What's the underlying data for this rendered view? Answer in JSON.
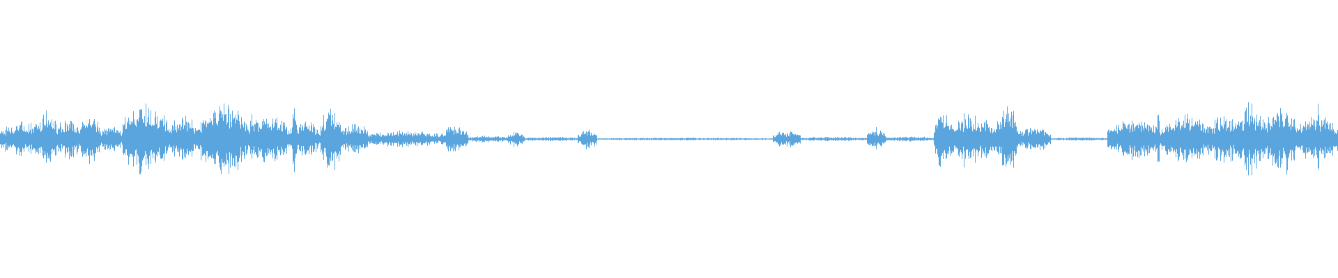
{
  "waveform": {
    "color": "#5aa5de",
    "background": "#ffffff",
    "segments": [
      {
        "start": 0.0,
        "end": 0.035,
        "level": 0.4
      },
      {
        "start": 0.028,
        "end": 0.042,
        "level": 0.7
      },
      {
        "start": 0.042,
        "end": 0.06,
        "level": 0.45
      },
      {
        "start": 0.06,
        "end": 0.074,
        "level": 0.6
      },
      {
        "start": 0.074,
        "end": 0.092,
        "level": 0.3
      },
      {
        "start": 0.092,
        "end": 0.125,
        "level": 0.8
      },
      {
        "start": 0.125,
        "end": 0.15,
        "level": 0.5
      },
      {
        "start": 0.15,
        "end": 0.185,
        "level": 0.85
      },
      {
        "start": 0.185,
        "end": 0.215,
        "level": 0.6
      },
      {
        "start": 0.215,
        "end": 0.24,
        "level": 0.4
      },
      {
        "start": 0.24,
        "end": 0.255,
        "level": 0.7
      },
      {
        "start": 0.255,
        "end": 0.275,
        "level": 0.35
      },
      {
        "start": 0.275,
        "end": 0.33,
        "level": 0.2
      },
      {
        "start": 0.33,
        "end": 0.35,
        "level": 0.3
      },
      {
        "start": 0.35,
        "end": 0.38,
        "level": 0.08
      },
      {
        "start": 0.38,
        "end": 0.392,
        "level": 0.18
      },
      {
        "start": 0.392,
        "end": 0.432,
        "level": 0.05
      },
      {
        "start": 0.432,
        "end": 0.446,
        "level": 0.22
      },
      {
        "start": 0.446,
        "end": 0.578,
        "level": 0.03
      },
      {
        "start": 0.578,
        "end": 0.598,
        "level": 0.18
      },
      {
        "start": 0.598,
        "end": 0.648,
        "level": 0.05
      },
      {
        "start": 0.648,
        "end": 0.662,
        "level": 0.22
      },
      {
        "start": 0.662,
        "end": 0.698,
        "level": 0.06
      },
      {
        "start": 0.698,
        "end": 0.712,
        "level": 0.65
      },
      {
        "start": 0.712,
        "end": 0.745,
        "level": 0.55
      },
      {
        "start": 0.745,
        "end": 0.76,
        "level": 0.7
      },
      {
        "start": 0.76,
        "end": 0.785,
        "level": 0.3
      },
      {
        "start": 0.785,
        "end": 0.828,
        "level": 0.04
      },
      {
        "start": 0.828,
        "end": 0.87,
        "level": 0.45
      },
      {
        "start": 0.87,
        "end": 0.905,
        "level": 0.55
      },
      {
        "start": 0.905,
        "end": 0.925,
        "level": 0.6
      },
      {
        "start": 0.925,
        "end": 0.945,
        "level": 0.8
      },
      {
        "start": 0.945,
        "end": 0.97,
        "level": 0.7
      },
      {
        "start": 0.97,
        "end": 1.0,
        "level": 0.55
      }
    ],
    "spikes": [
      {
        "at": 0.033,
        "level": 0.8
      },
      {
        "at": 0.066,
        "level": 0.7
      },
      {
        "at": 0.105,
        "level": 0.95
      },
      {
        "at": 0.157,
        "level": 0.9
      },
      {
        "at": 0.188,
        "level": 0.62
      },
      {
        "at": 0.22,
        "level": 0.98
      },
      {
        "at": 0.262,
        "level": 0.35
      },
      {
        "at": 0.342,
        "level": 0.35
      },
      {
        "at": 0.386,
        "level": 0.22
      },
      {
        "at": 0.442,
        "level": 0.22
      },
      {
        "at": 0.582,
        "level": 0.2
      },
      {
        "at": 0.655,
        "level": 0.28
      },
      {
        "at": 0.703,
        "level": 0.7
      },
      {
        "at": 0.721,
        "level": 0.75
      },
      {
        "at": 0.757,
        "level": 0.82
      },
      {
        "at": 0.866,
        "level": 0.7
      },
      {
        "at": 0.925,
        "level": 0.85
      },
      {
        "at": 0.962,
        "level": 1.0
      },
      {
        "at": 0.985,
        "level": 0.88
      }
    ]
  }
}
